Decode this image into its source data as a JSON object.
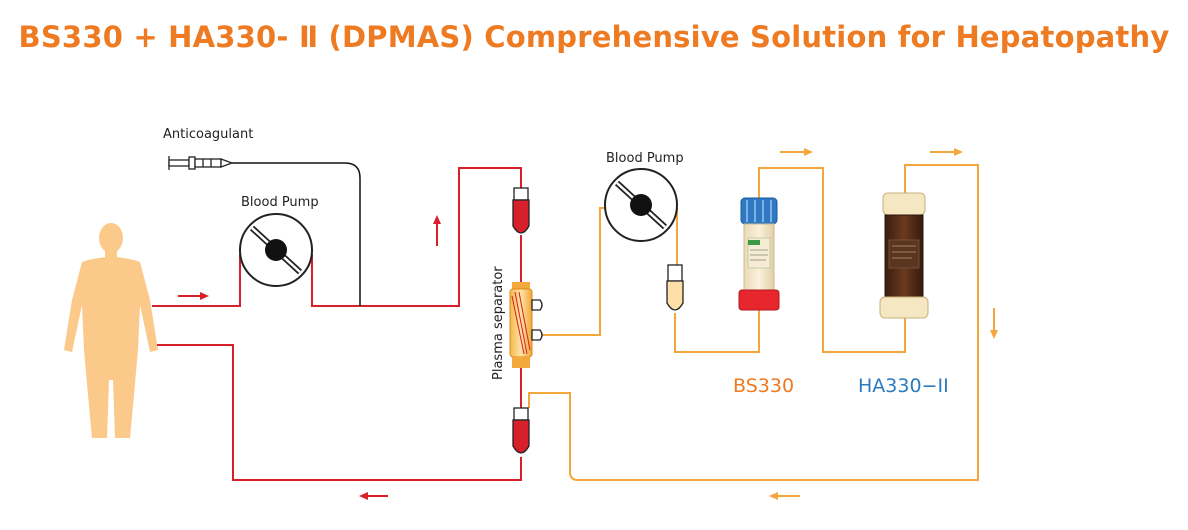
{
  "title": "BS330 + HA330- Ⅱ (DPMAS) Comprehensive Solution for Hepatopathy",
  "labels": {
    "anticoagulant": "Anticoagulant",
    "blood_pump_1": "Blood Pump",
    "blood_pump_2": "Blood Pump",
    "plasma_separator": "Plasma separator",
    "bs330": "BS330",
    "ha330": "HA330−II"
  },
  "colors": {
    "title": "#ee7a22",
    "blood_line": "#d8202a",
    "plasma_line": "#f4a63a",
    "bs330_label": "#ee7a22",
    "ha330_label": "#2a7bc0",
    "human_figure": "#fbc98a",
    "bs330_cap": "#2f78c4",
    "bs330_base": "#e8262d",
    "ha330_resin": "#4a2a1a"
  },
  "icons": [
    "human-figure-icon",
    "syringe-icon",
    "blood-pump-icon",
    "drip-chamber-icon",
    "plasma-separator-icon",
    "bs330-column-icon",
    "ha330-column-icon",
    "arrow-icon"
  ]
}
